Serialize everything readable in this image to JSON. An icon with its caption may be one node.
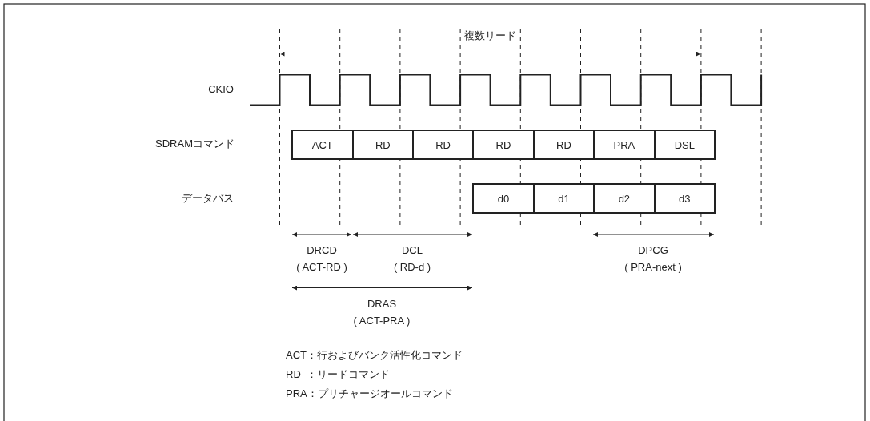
{
  "diagram": {
    "nodes": [
      {
        "text": [
          "ACT"
        ]
      },
      {
        "text": [
          "RD"
        ]
      },
      {
        "text": [
          "RD"
        ]
      },
      {
        "text": [
          "RD"
        ]
      },
      {
        "text": [
          "RD"
        ]
      },
      {
        "text": [
          "PRA"
        ]
      },
      {
        "text": [
          "DSL"
        ]
      },
      {
        "text": [
          "d0"
        ]
      },
      {
        "text": [
          "d1"
        ]
      },
      {
        "text": [
          "d2"
        ]
      },
      {
        "text": [
          "d3"
        ]
      }
    ],
    "labels": [
      "複数リード",
      "CKIO",
      "SDRAMコマンド",
      "データバス",
      "DRCD",
      "( ACT-RD )",
      "DCL",
      "( RD-d )",
      "DPCG",
      "( PRA-next )",
      "DRAS",
      "( ACT-PRA )",
      "ACT：行およびバンク活性化コマンド",
      "RD  ：リードコマンド",
      "PRA：プリチャージオールコマンド"
    ]
  }
}
